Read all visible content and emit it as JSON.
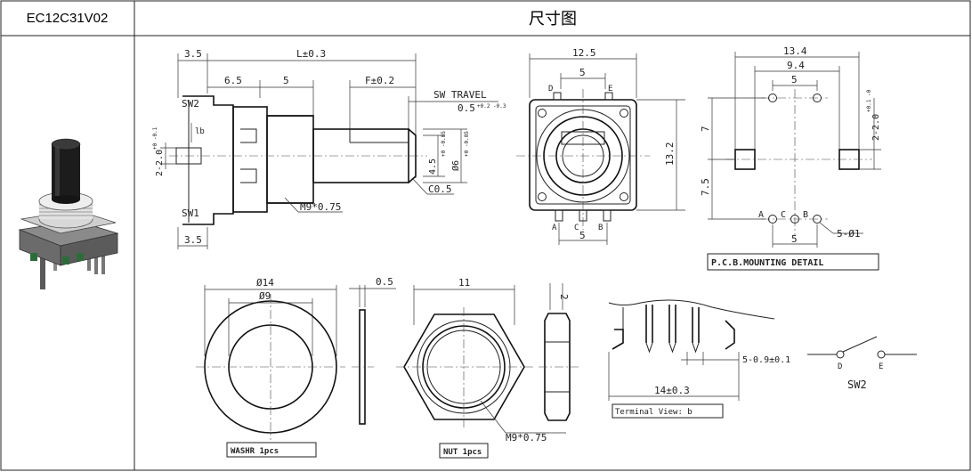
{
  "header": {
    "model": "EC12C31V02",
    "title": "尺寸图"
  },
  "side_view": {
    "dim_3_5_top": "3.5",
    "dim_L": "L±0.3",
    "dim_6_5": "6.5",
    "dim_5": "5",
    "dim_F": "F±0.2",
    "sw_travel": "SW TRAVEL",
    "sw_travel_value": "0.5",
    "sw_travel_tol": "+0.2 -0.3",
    "sw2": "SW2",
    "sw1": "SW1",
    "dim_2_0": "2-2.0",
    "dim_2_0_tol": "+0 -0.1",
    "dim_4_5": "4.5",
    "dim_4_5_tol": "+0 -0.05",
    "dim_6": "Ø6",
    "dim_6_tol": "+0 -0.05",
    "c05": "C0.5",
    "m9": "M9*0.75",
    "dim_3_5_bottom": "3.5",
    "lb": "lb"
  },
  "front_view": {
    "dim_12_5": "12.5",
    "dim_5_top": "5",
    "label_d": "D",
    "label_e": "E",
    "dim_13_2": "13.2",
    "label_a": "A",
    "label_c": "C",
    "label_b": "B",
    "dim_5_bottom": "5"
  },
  "pcb": {
    "dim_13_4": "13.4",
    "dim_9_4": "9.4",
    "dim_5_top": "5",
    "dim_7": "7",
    "dim_7_5": "7.5",
    "dim_2_2_0": "2-2.0",
    "dim_2_2_0_tol": "+0.1 -0",
    "label_a": "A",
    "label_c": "C",
    "label_b": "B",
    "dim_5_bottom": "5",
    "holes": "5-Ø1",
    "caption": "P.C.B.MOUNTING DETAIL"
  },
  "washer": {
    "dim_14": "Ø14",
    "dim_9": "Ø9",
    "dim_0_5": "0.5",
    "caption": "WASHR  1pcs"
  },
  "nut": {
    "dim_11": "11",
    "dim_2": "2",
    "thread": "M9*0.75",
    "caption": "NUT 1pcs"
  },
  "terminal": {
    "dim_pin": "5-0.9±0.1",
    "dim_14": "14±0.3",
    "caption": "Terminal View: b"
  },
  "switch_symbol": {
    "label_d": "D",
    "label_e": "E",
    "name": "SW2"
  }
}
